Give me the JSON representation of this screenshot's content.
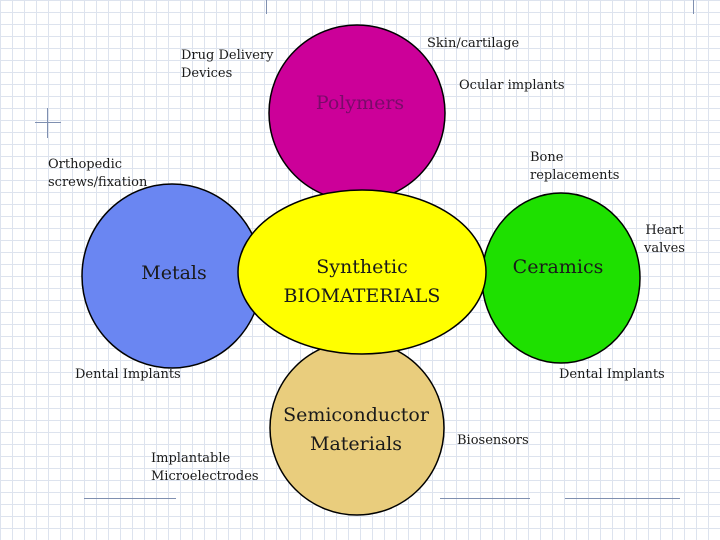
{
  "center": {
    "line1": "Synthetic",
    "line2": "BIOMATERIALS",
    "color": "#ffff00"
  },
  "petals": {
    "polymers": {
      "label": "Polymers",
      "color": "#cc0099",
      "text_color": "#7a0a6a"
    },
    "metals": {
      "label": "Metals",
      "color": "#6a86f2"
    },
    "ceramics": {
      "label": "Ceramics",
      "color": "#1ee000"
    },
    "semiconductor": {
      "line1": "Semiconductor",
      "line2": "Materials",
      "color": "#e9cd7d"
    }
  },
  "applications": {
    "drug_delivery": {
      "line1": "Drug Delivery",
      "line2": "Devices"
    },
    "skin_cartilage": "Skin/cartilage",
    "ocular_implants": "Ocular implants",
    "orthopedic": {
      "line1": "Orthopedic",
      "line2": "screws/fixation"
    },
    "bone_replacements": {
      "line1": "Bone",
      "line2": "replacements"
    },
    "heart_valves": {
      "line1": "Heart",
      "line2": "valves"
    },
    "dental_left": "Dental Implants",
    "dental_right": "Dental Implants",
    "microelectrodes": {
      "line1": "Implantable",
      "line2": "Microelectrodes"
    },
    "biosensors": "Biosensors"
  },
  "outline_color": "#000000"
}
